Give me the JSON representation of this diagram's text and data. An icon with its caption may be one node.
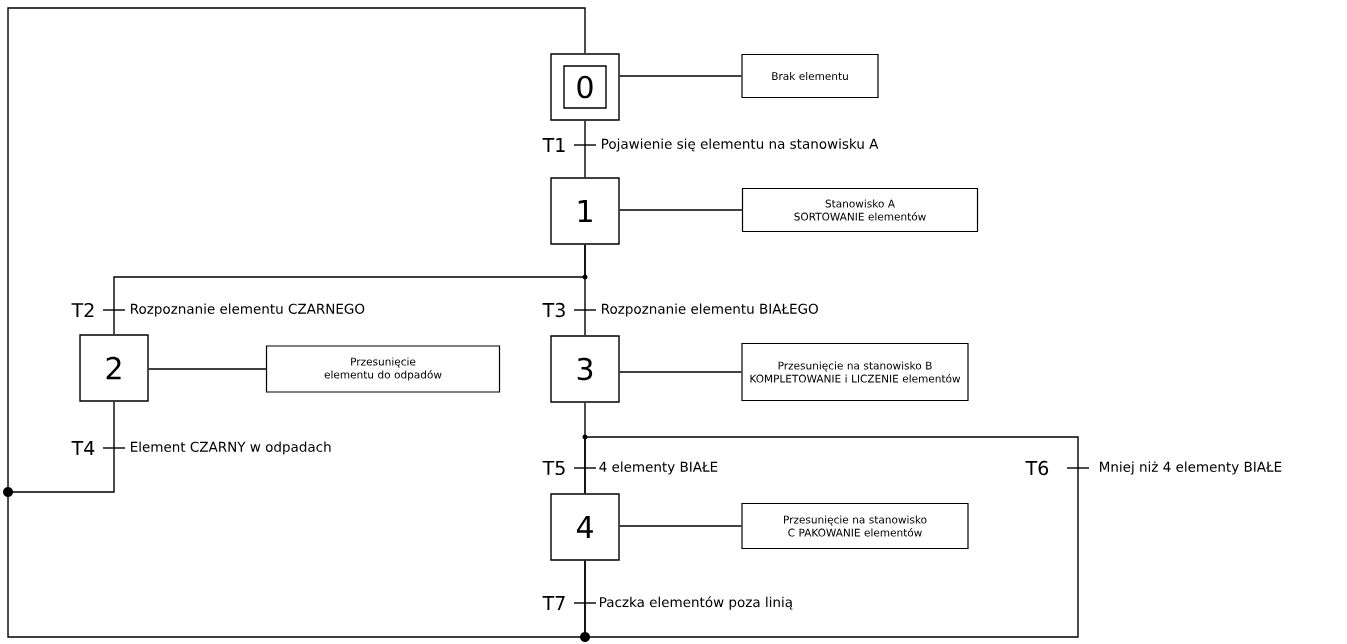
{
  "diagram": {
    "nodes": [
      {
        "text": [
          "0"
        ]
      },
      {
        "text": [
          "1"
        ]
      },
      {
        "text": [
          "2"
        ]
      },
      {
        "text": [
          "3"
        ]
      },
      {
        "text": [
          "4"
        ]
      },
      {
        "text": [
          "Brak elementu"
        ]
      },
      {
        "text": [
          "Stanowisko A SORTOWANIE elementów"
        ]
      },
      {
        "text": [
          "Przesunięcie elementu do odpadów"
        ]
      },
      {
        "text": [
          "Przesunięcie na stanowisko B KOMPLETOWANIE i LICZENIE elementów"
        ]
      },
      {
        "text": [
          "Przesunięcie na stanowisko C PAKOWANIE elementów"
        ]
      }
    ],
    "edges": [
      {
        "from": 0,
        "to": 1,
        "arrow": "none"
      },
      {
        "from": 1,
        "to": 2,
        "arrow": "none"
      },
      {
        "from": 1,
        "to": 3,
        "arrow": "none"
      },
      {
        "from": 2,
        "to": 0,
        "arrow": "none"
      },
      {
        "from": 3,
        "to": 4,
        "arrow": "none"
      },
      {
        "from": 4,
        "to": 4,
        "arrow": "none"
      },
      {
        "from": 4,
        "to": 0,
        "arrow": "none"
      },
      {
        "from": 0,
        "to": 5,
        "arrow": "none"
      },
      {
        "from": 1,
        "to": 6,
        "arrow": "none"
      },
      {
        "from": 2,
        "to": 7,
        "arrow": "none"
      },
      {
        "from": 3,
        "to": 8,
        "arrow": "none"
      },
      {
        "from": 4,
        "to": 9,
        "arrow": "none"
      }
    ],
    "labels": [
      "T1",
      "Pojawienie się elementu na stanowisku A",
      "T2",
      "Rozpoznanie elementu CZARNEGO",
      "T3",
      "Rozpoznanie elementu BIAŁEGO",
      "T4",
      "Element CZARNY w odpadach",
      "T5",
      "4 elementy BIAŁE",
      "T6",
      "Mniej niż 4 elementy BIAŁE",
      "T7",
      "Paczka elementów poza linią"
    ]
  }
}
